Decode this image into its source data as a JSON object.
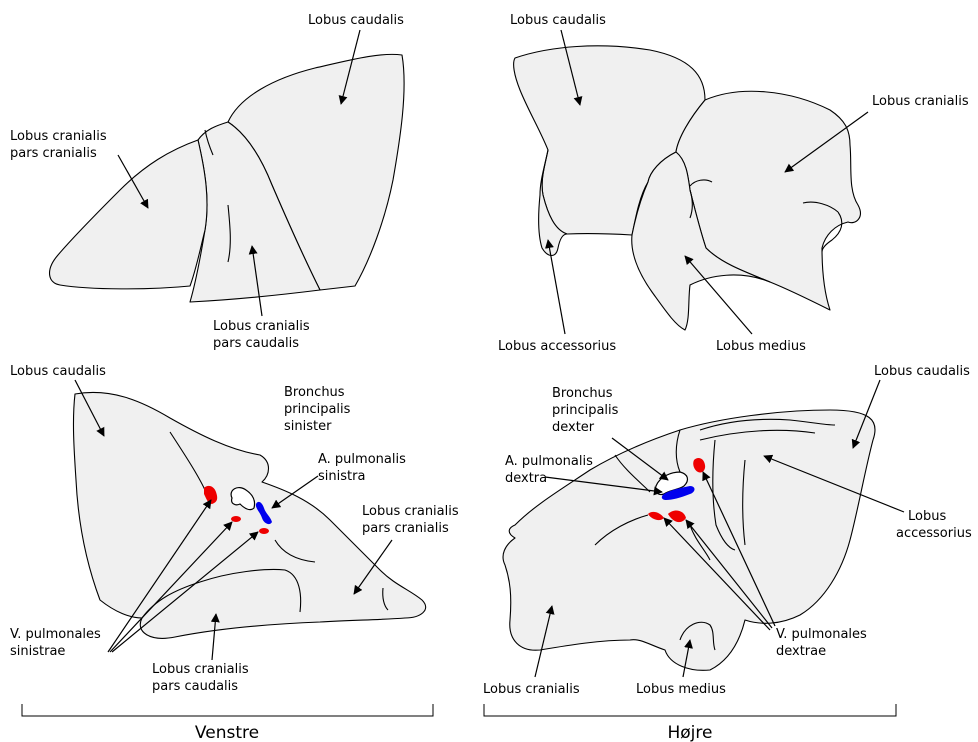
{
  "labels": {
    "tl_caudalis": "Lobus caudalis",
    "tl_cran_cran_1": "Lobus cranialis",
    "tl_cran_cran_2": "pars cranialis",
    "tl_cran_caud_1": "Lobus cranialis",
    "tl_cran_caud_2": "pars caudalis",
    "tr_caudalis": "Lobus caudalis",
    "tr_cranialis": "Lobus cranialis",
    "tr_accessorius": "Lobus accessorius",
    "tr_medius": "Lobus medius",
    "bl_caudalis": "Lobus caudalis",
    "bl_bronchus_1": "Bronchus",
    "bl_bronchus_2": "principalis",
    "bl_bronchus_3": "sinister",
    "bl_apulm_1": "A. pulmonalis",
    "bl_apulm_2": "sinistra",
    "bl_cran_cran_1": "Lobus cranialis",
    "bl_cran_cran_2": "pars cranialis",
    "bl_vpulm_1": "V. pulmonales",
    "bl_vpulm_2": "sinistrae",
    "bl_cran_caud_1": "Lobus cranialis",
    "bl_cran_caud_2": "pars caudalis",
    "br_bronchus_1": "Bronchus",
    "br_bronchus_2": "principalis",
    "br_bronchus_3": "dexter",
    "br_caudalis": "Lobus caudalis",
    "br_apulm_1": "A. pulmonalis",
    "br_apulm_2": "dextra",
    "br_accessorius_1": "Lobus",
    "br_accessorius_2": "accessorius",
    "br_vpulm_1": "V. pulmonales",
    "br_vpulm_2": "dextrae",
    "br_cranialis": "Lobus cranialis",
    "br_medius": "Lobus medius"
  },
  "groups": {
    "left": "Venstre",
    "right": "Højre"
  },
  "colors": {
    "lobe_fill": "#f0f0f0",
    "artery": "#0000ee",
    "vein": "#ee0000"
  }
}
